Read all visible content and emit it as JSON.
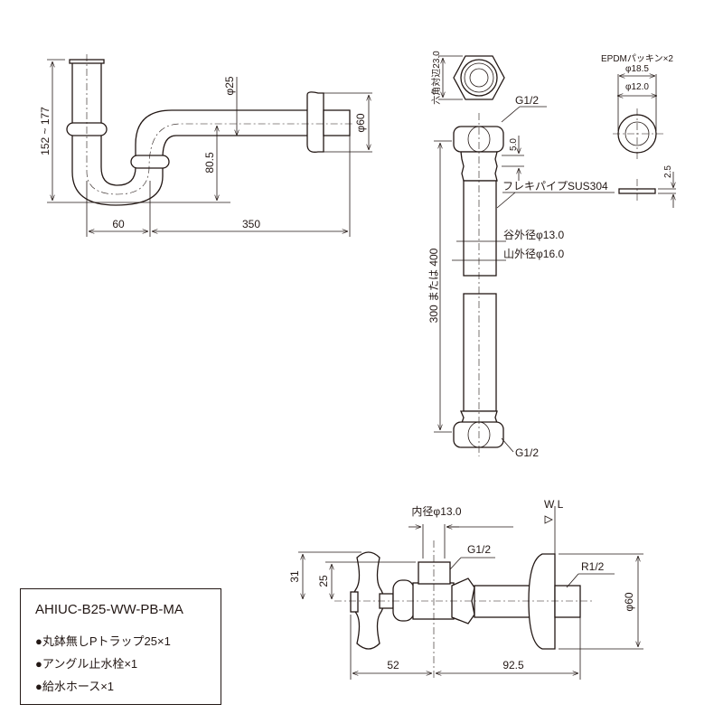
{
  "ptrap": {
    "dim_height": "152 ~ 177",
    "dim_pipe": "φ25",
    "dim_trap": "80.5",
    "dim_flange": "φ60",
    "dim_offset": "60",
    "dim_length": "350"
  },
  "hose": {
    "hex_label": "六角対辺23.0",
    "thread_top": "G1/2",
    "thread_bottom": "G1/2",
    "dim_collar": "5.0",
    "material": "フレキパイプSUS304",
    "valley_dia": "谷外径φ13.0",
    "peak_dia": "山外径φ16.0",
    "length": "300 または 400"
  },
  "gasket": {
    "title": "EPDMパッキン×2",
    "outer": "φ18.5",
    "inner": "φ12.0",
    "thickness": "2.5"
  },
  "valve": {
    "inner_dia": "内径φ13.0",
    "thread_top": "G1/2",
    "wl": "W L",
    "thread_wall": "R1/2",
    "dim_31": "31",
    "dim_25": "25",
    "dim_52": "52",
    "dim_925": "92.5",
    "dim_flange": "φ60"
  },
  "spec": {
    "model": "AHIUC-B25-WW-PB-MA",
    "items": [
      "●丸鉢無しPトラップ25×1",
      "●アングル止水栓×1",
      "●給水ホース×1"
    ]
  }
}
